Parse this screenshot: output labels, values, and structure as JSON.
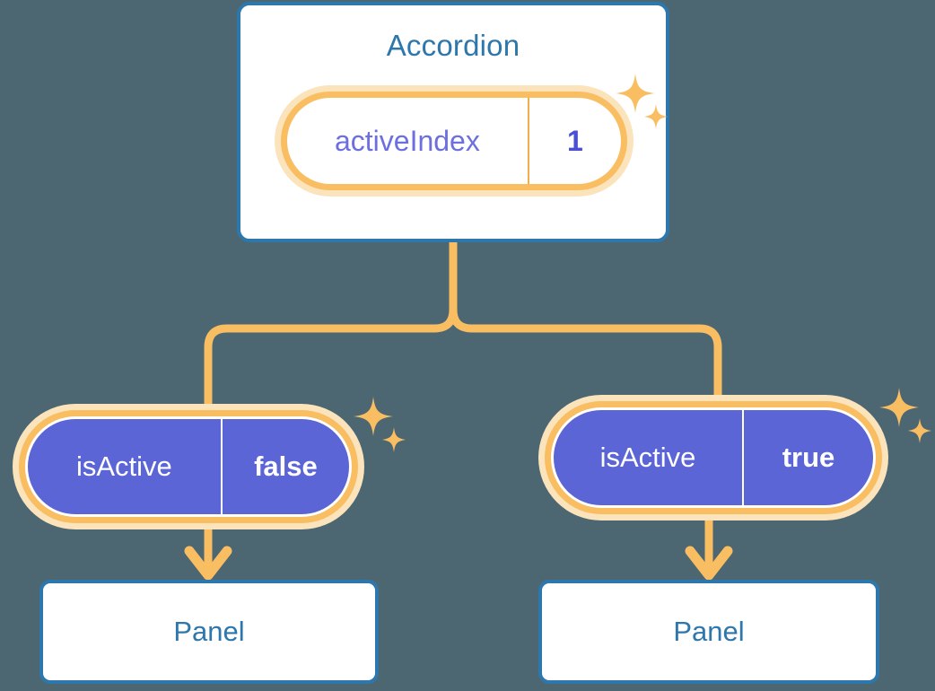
{
  "theme": {
    "background": "#4c6772",
    "card_border": "#2e77ac",
    "card_fill": "#ffffff",
    "title_text": "#2e77ac",
    "ring_outer": "#fbe3bb",
    "ring_inner": "#f9bd62",
    "pill_fill_solid": "#5c65d6",
    "pill_text_light": "#6b6fe0",
    "pill_text_solid": "#ffffff",
    "connector": "#f9bd62",
    "divider_light": "#f2ae4e",
    "divider_solid": "#ffffff"
  },
  "diagram": {
    "root": {
      "title": "Accordion",
      "state": {
        "key": "activeIndex",
        "value": "1"
      }
    },
    "branches": [
      {
        "state": {
          "key": "isActive",
          "value": "false"
        },
        "panel": {
          "title": "Panel"
        }
      },
      {
        "state": {
          "key": "isActive",
          "value": "true"
        },
        "panel": {
          "title": "Panel"
        }
      }
    ]
  },
  "icons": {
    "sparkle_large": "sparkle-icon",
    "sparkle_small": "sparkle-icon",
    "arrow_down": "arrow-down-icon"
  }
}
